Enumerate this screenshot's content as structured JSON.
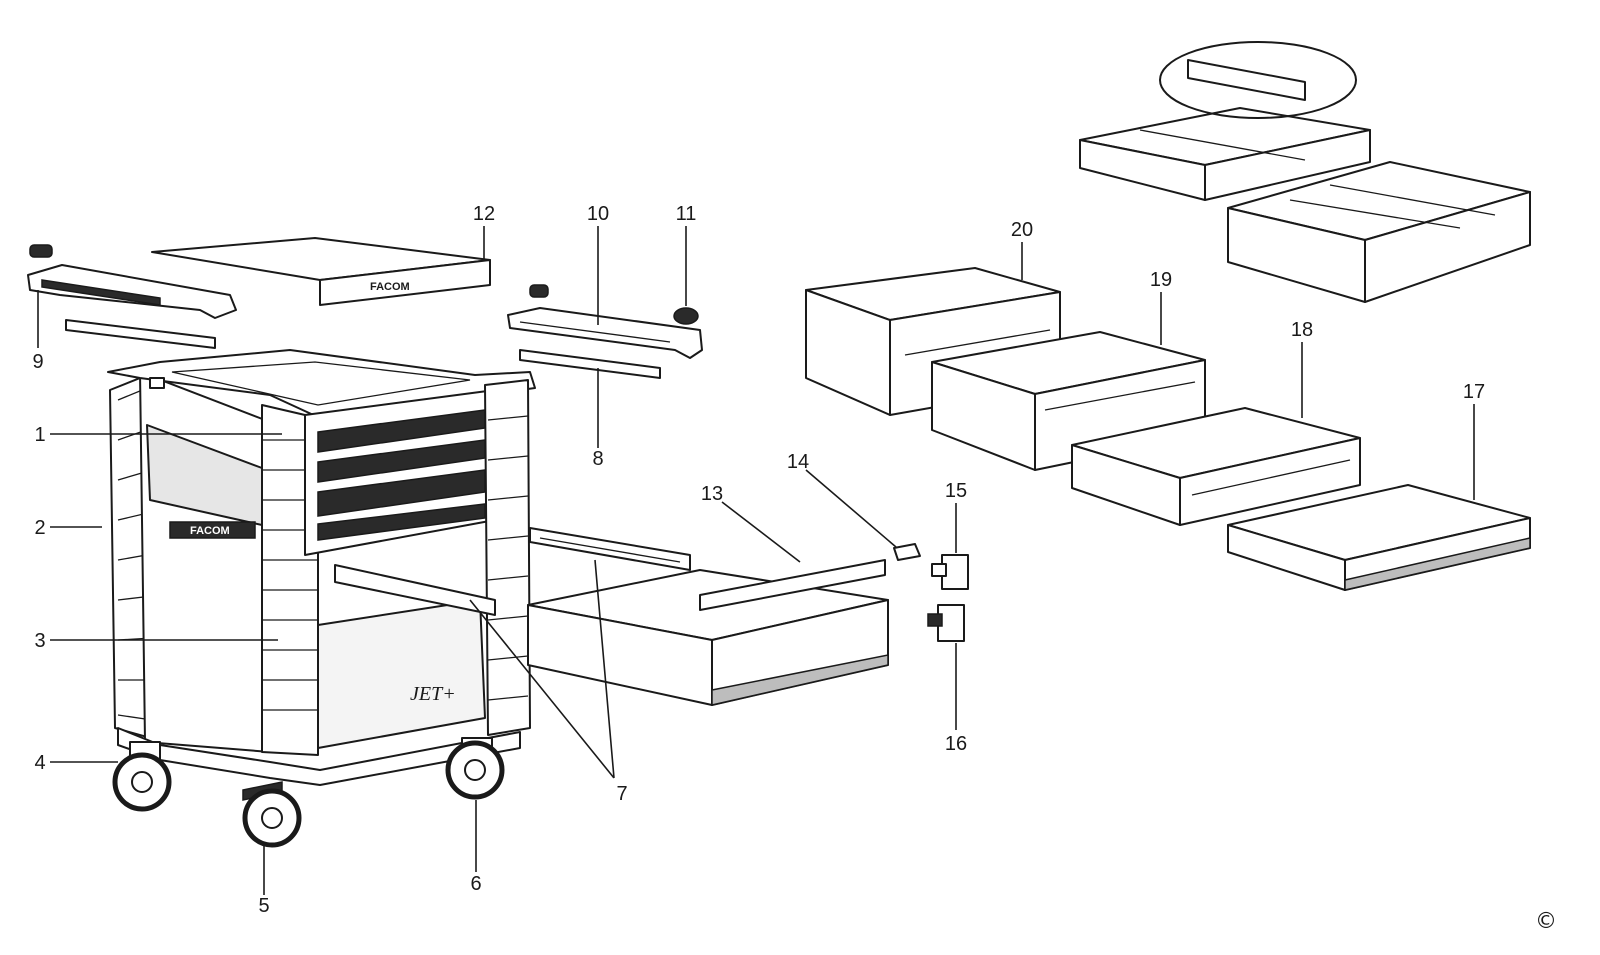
{
  "diagram": {
    "brand_text": "FACOM",
    "model_text": "JET+",
    "copyright": "©",
    "callouts": [
      {
        "id": 1,
        "label": "1"
      },
      {
        "id": 2,
        "label": "2"
      },
      {
        "id": 3,
        "label": "3"
      },
      {
        "id": 4,
        "label": "4"
      },
      {
        "id": 5,
        "label": "5"
      },
      {
        "id": 6,
        "label": "6"
      },
      {
        "id": 7,
        "label": "7"
      },
      {
        "id": 8,
        "label": "8"
      },
      {
        "id": 9,
        "label": "9"
      },
      {
        "id": 10,
        "label": "10"
      },
      {
        "id": 11,
        "label": "11"
      },
      {
        "id": 12,
        "label": "12"
      },
      {
        "id": 13,
        "label": "13"
      },
      {
        "id": 14,
        "label": "14"
      },
      {
        "id": 15,
        "label": "15"
      },
      {
        "id": 16,
        "label": "16"
      },
      {
        "id": 17,
        "label": "17"
      },
      {
        "id": 18,
        "label": "18"
      },
      {
        "id": 19,
        "label": "19"
      },
      {
        "id": 20,
        "label": "20"
      }
    ]
  }
}
